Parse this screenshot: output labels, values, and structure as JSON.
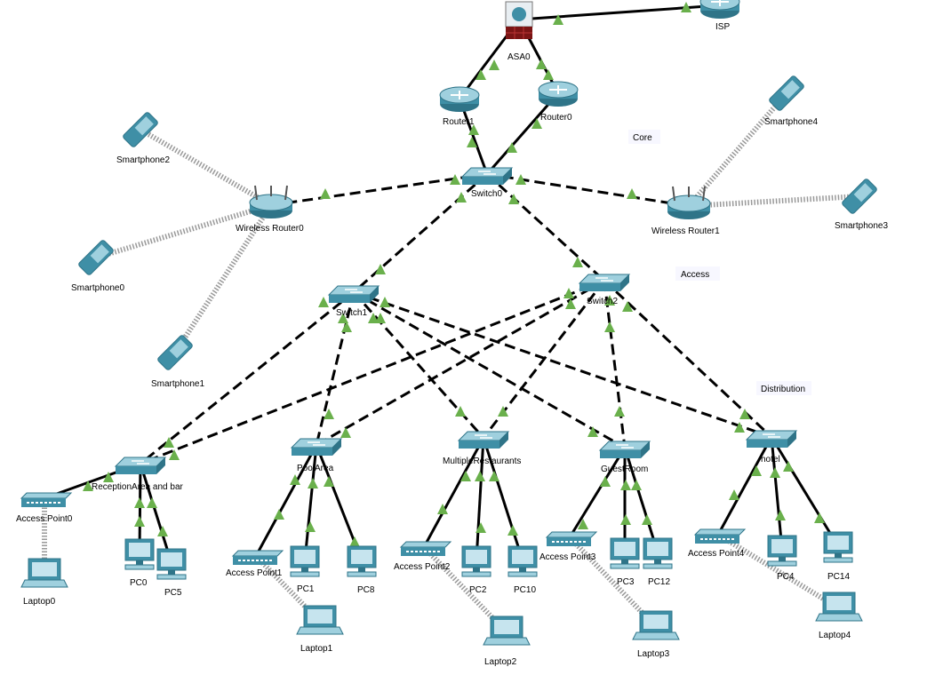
{
  "colors": {
    "cable": "#000000",
    "port_up": "#6ab04c",
    "wireless": "#999999",
    "zone_core": "#cc0000",
    "device": "#3f8fa6"
  },
  "zones": [
    {
      "key": "core",
      "label": "Core"
    },
    {
      "key": "access",
      "label": "Access"
    },
    {
      "key": "distribution",
      "label": "Distribution"
    }
  ],
  "devices": [
    {
      "id": "isp",
      "type": "router",
      "label": "ISP"
    },
    {
      "id": "asa0",
      "type": "firewall",
      "label": "ASA0"
    },
    {
      "id": "router1",
      "type": "router",
      "label": "Router1"
    },
    {
      "id": "router0",
      "type": "router",
      "label": "Router0"
    },
    {
      "id": "switch0",
      "type": "switch",
      "label": "Switch0"
    },
    {
      "id": "wr0",
      "type": "wireless-router",
      "label": "Wireless Router0"
    },
    {
      "id": "wr1",
      "type": "wireless-router",
      "label": "Wireless Router1"
    },
    {
      "id": "sp0",
      "type": "smartphone",
      "label": "Smartphone0"
    },
    {
      "id": "sp1",
      "type": "smartphone",
      "label": "Smartphone1"
    },
    {
      "id": "sp2",
      "type": "smartphone",
      "label": "Smartphone2"
    },
    {
      "id": "sp3",
      "type": "smartphone",
      "label": "Smartphone3"
    },
    {
      "id": "sp4",
      "type": "smartphone",
      "label": "Smartphone4"
    },
    {
      "id": "switch1",
      "type": "switch",
      "label": "Switch1"
    },
    {
      "id": "switch2",
      "type": "switch",
      "label": "Switch2"
    },
    {
      "id": "reception",
      "type": "switch",
      "label": "ReceptionArea and bar"
    },
    {
      "id": "pool",
      "type": "switch",
      "label": "PoolArea"
    },
    {
      "id": "restaurants",
      "type": "switch",
      "label": "MultipleRestaurants"
    },
    {
      "id": "guestroom",
      "type": "switch",
      "label": "GuestRoom"
    },
    {
      "id": "hotel",
      "type": "switch",
      "label": "hotel"
    },
    {
      "id": "ap0",
      "type": "access-point",
      "label": "Access Point0"
    },
    {
      "id": "ap1",
      "type": "access-point",
      "label": "Access Point1"
    },
    {
      "id": "ap2",
      "type": "access-point",
      "label": "Access Point2"
    },
    {
      "id": "ap3",
      "type": "access-point",
      "label": "Access Point3"
    },
    {
      "id": "ap4",
      "type": "access-point",
      "label": "Access Point4"
    },
    {
      "id": "pc0",
      "type": "pc",
      "label": "PC0"
    },
    {
      "id": "pc5",
      "type": "pc",
      "label": "PC5"
    },
    {
      "id": "pc1",
      "type": "pc",
      "label": "PC1"
    },
    {
      "id": "pc8",
      "type": "pc",
      "label": "PC8"
    },
    {
      "id": "pc2",
      "type": "pc",
      "label": "PC2"
    },
    {
      "id": "pc10",
      "type": "pc",
      "label": "PC10"
    },
    {
      "id": "pc3",
      "type": "pc",
      "label": "PC3"
    },
    {
      "id": "pc12",
      "type": "pc",
      "label": "PC12"
    },
    {
      "id": "pc4",
      "type": "pc",
      "label": "PC4"
    },
    {
      "id": "pc14",
      "type": "pc",
      "label": "PC14"
    },
    {
      "id": "laptop0",
      "type": "laptop",
      "label": "Laptop0"
    },
    {
      "id": "laptop1",
      "type": "laptop",
      "label": "Laptop1"
    },
    {
      "id": "laptop2",
      "type": "laptop",
      "label": "Laptop2"
    },
    {
      "id": "laptop3",
      "type": "laptop",
      "label": "Laptop3"
    },
    {
      "id": "laptop4",
      "type": "laptop",
      "label": "Laptop4"
    }
  ],
  "links": [
    {
      "from": "asa0",
      "to": "isp",
      "style": "solid"
    },
    {
      "from": "asa0",
      "to": "router1",
      "style": "solid"
    },
    {
      "from": "asa0",
      "to": "router0",
      "style": "solid"
    },
    {
      "from": "router1",
      "to": "switch0",
      "style": "solid"
    },
    {
      "from": "router0",
      "to": "switch0",
      "style": "solid"
    },
    {
      "from": "switch0",
      "to": "wr0",
      "style": "dashed"
    },
    {
      "from": "switch0",
      "to": "wr1",
      "style": "dashed"
    },
    {
      "from": "switch0",
      "to": "switch1",
      "style": "dashed"
    },
    {
      "from": "switch0",
      "to": "switch2",
      "style": "dashed"
    },
    {
      "from": "wr0",
      "to": "sp2",
      "style": "wireless"
    },
    {
      "from": "wr0",
      "to": "sp0",
      "style": "wireless"
    },
    {
      "from": "wr0",
      "to": "sp1",
      "style": "wireless"
    },
    {
      "from": "wr1",
      "to": "sp4",
      "style": "wireless"
    },
    {
      "from": "wr1",
      "to": "sp3",
      "style": "wireless"
    },
    {
      "from": "switch1",
      "to": "reception",
      "style": "dashed"
    },
    {
      "from": "switch1",
      "to": "pool",
      "style": "dashed"
    },
    {
      "from": "switch1",
      "to": "restaurants",
      "style": "dashed"
    },
    {
      "from": "switch1",
      "to": "guestroom",
      "style": "dashed"
    },
    {
      "from": "switch1",
      "to": "hotel",
      "style": "dashed"
    },
    {
      "from": "switch2",
      "to": "reception",
      "style": "dashed"
    },
    {
      "from": "switch2",
      "to": "pool",
      "style": "dashed"
    },
    {
      "from": "switch2",
      "to": "restaurants",
      "style": "dashed"
    },
    {
      "from": "switch2",
      "to": "guestroom",
      "style": "dashed"
    },
    {
      "from": "switch2",
      "to": "hotel",
      "style": "dashed"
    },
    {
      "from": "reception",
      "to": "ap0",
      "style": "solid"
    },
    {
      "from": "reception",
      "to": "pc0",
      "style": "solid"
    },
    {
      "from": "reception",
      "to": "pc5",
      "style": "solid"
    },
    {
      "from": "pool",
      "to": "ap1",
      "style": "solid"
    },
    {
      "from": "pool",
      "to": "pc1",
      "style": "solid"
    },
    {
      "from": "pool",
      "to": "pc8",
      "style": "solid"
    },
    {
      "from": "restaurants",
      "to": "ap2",
      "style": "solid"
    },
    {
      "from": "restaurants",
      "to": "pc2",
      "style": "solid"
    },
    {
      "from": "restaurants",
      "to": "pc10",
      "style": "solid"
    },
    {
      "from": "guestroom",
      "to": "ap3",
      "style": "solid"
    },
    {
      "from": "guestroom",
      "to": "pc3",
      "style": "solid"
    },
    {
      "from": "guestroom",
      "to": "pc12",
      "style": "solid"
    },
    {
      "from": "hotel",
      "to": "ap4",
      "style": "solid"
    },
    {
      "from": "hotel",
      "to": "pc4",
      "style": "solid"
    },
    {
      "from": "hotel",
      "to": "pc14",
      "style": "solid"
    },
    {
      "from": "ap0",
      "to": "laptop0",
      "style": "wireless"
    },
    {
      "from": "ap1",
      "to": "laptop1",
      "style": "wireless"
    },
    {
      "from": "ap2",
      "to": "laptop2",
      "style": "wireless"
    },
    {
      "from": "ap3",
      "to": "laptop3",
      "style": "wireless"
    },
    {
      "from": "ap4",
      "to": "laptop4",
      "style": "wireless"
    }
  ]
}
